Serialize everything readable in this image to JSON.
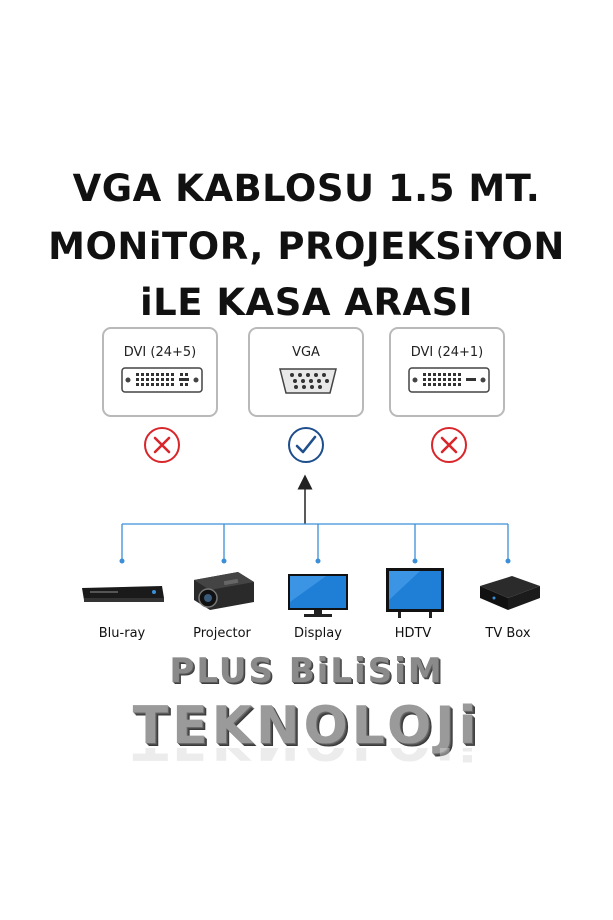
{
  "title": {
    "line1": "VGA KABLOSU 1.5 MT.",
    "line2": "MONiTOR, PROJEKSiYON",
    "line3": "iLE KASA ARASI"
  },
  "connectors": [
    {
      "label": "DVI  (24+5)",
      "compatible": false
    },
    {
      "label": "VGA",
      "compatible": true
    },
    {
      "label": "DVI  (24+1)",
      "compatible": false
    }
  ],
  "colors": {
    "cross": "#d9262b",
    "check": "#1f4e8c",
    "line": "#3b8fd9",
    "box_border": "#b9b9b9"
  },
  "devices": [
    {
      "label": "Blu-ray",
      "icon": "bluray-player-icon"
    },
    {
      "label": "Projector",
      "icon": "projector-icon"
    },
    {
      "label": "Display",
      "icon": "monitor-icon"
    },
    {
      "label": "HDTV",
      "icon": "tv-icon"
    },
    {
      "label": "TV Box",
      "icon": "tv-box-icon"
    }
  ],
  "logo": {
    "line1": "PLUS BiLiSiM",
    "line2": "TEKNOLOJi"
  }
}
